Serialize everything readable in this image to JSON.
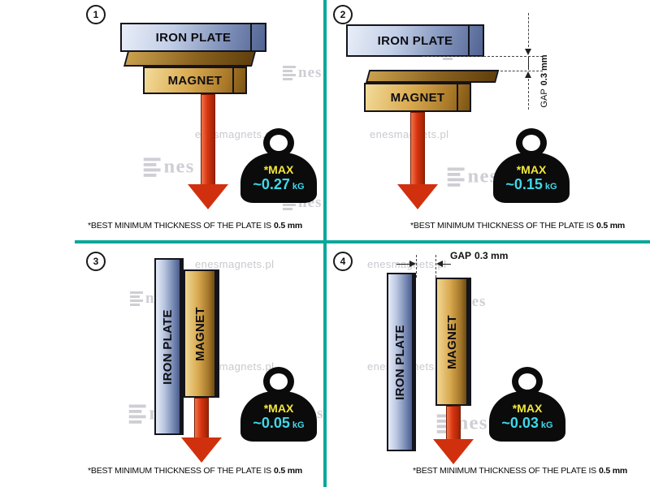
{
  "colors": {
    "divider": "#0aa79b",
    "arrow": "#d93511",
    "max_text": "#f2e73b",
    "value_text": "#3fd9ea",
    "weight_body": "#0b0b0b"
  },
  "watermark": {
    "logo_text": "nes",
    "site": "enesmagnets.pl"
  },
  "gap": {
    "label": "GAP",
    "value": "0.3 mm"
  },
  "panels": [
    {
      "number": "1",
      "plate_label": "IRON PLATE",
      "magnet_label": "MAGNET",
      "max_label": "*MAX",
      "value": "~0.27",
      "unit": "kG",
      "caption": "*BEST MINIMUM THICKNESS OF THE PLATE IS",
      "caption_bold": "0.5 mm"
    },
    {
      "number": "2",
      "plate_label": "IRON PLATE",
      "magnet_label": "MAGNET",
      "max_label": "*MAX",
      "value": "~0.15",
      "unit": "kG",
      "caption": "*BEST MINIMUM THICKNESS OF THE PLATE IS",
      "caption_bold": "0.5 mm"
    },
    {
      "number": "3",
      "plate_label": "IRON PLATE",
      "magnet_label": "MAGNET",
      "max_label": "*MAX",
      "value": "~0.05",
      "unit": "kG",
      "caption": "*BEST MINIMUM THICKNESS OF THE PLATE IS",
      "caption_bold": "0.5 mm"
    },
    {
      "number": "4",
      "plate_label": "IRON PLATE",
      "magnet_label": "MAGNET",
      "max_label": "*MAX",
      "value": "~0.03",
      "unit": "kG",
      "caption": "*BEST MINIMUM THICKNESS OF THE PLATE IS",
      "caption_bold": "0.5 mm"
    }
  ]
}
